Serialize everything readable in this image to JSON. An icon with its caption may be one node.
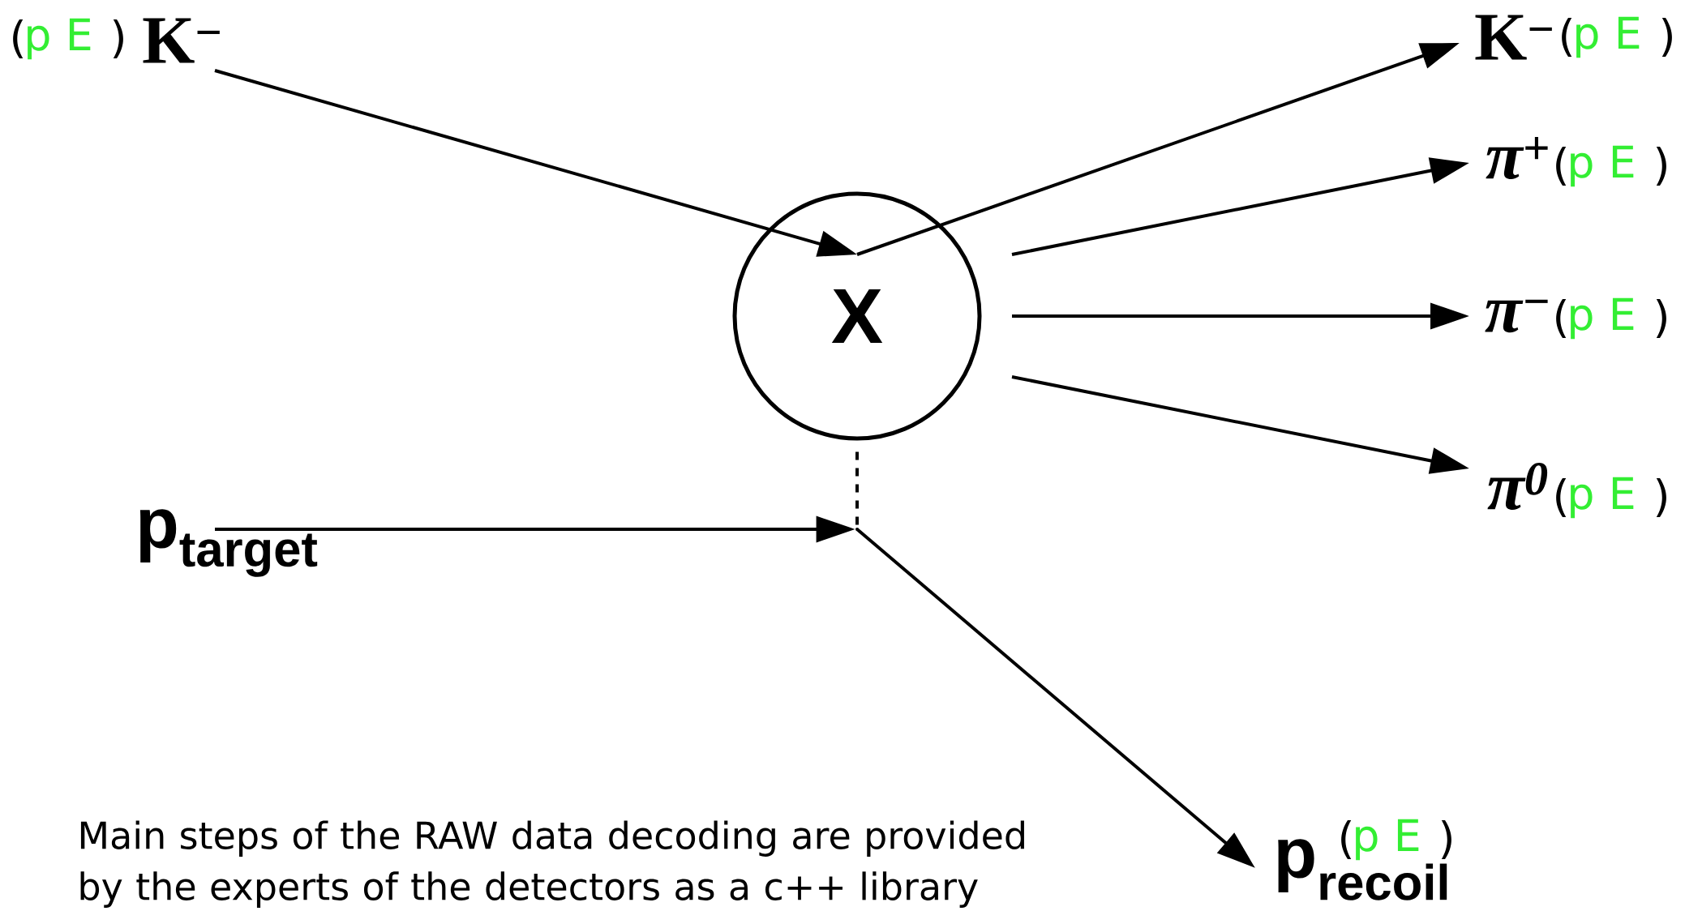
{
  "diagram": {
    "nodes": [
      {
        "text": [
          "K$^{−}$"
        ],
        "beside": [
          "(",
          "p E",
          ")"
        ]
      },
      {
        "text": [
          "X"
        ]
      },
      {
        "text": [
          "p$_{target}$"
        ]
      },
      {
        "text": [],
        "shape": "vertex"
      },
      {
        "text": [
          "K$^{−}$"
        ],
        "beside": [
          "(",
          "p E",
          ")"
        ]
      },
      {
        "text": [
          "π$^{+}$"
        ],
        "beside": [
          "(",
          "p E",
          ")"
        ]
      },
      {
        "text": [
          "π$^{−}$"
        ],
        "beside": [
          "(",
          "p E",
          ")"
        ]
      },
      {
        "text": [
          "π$^{0}$"
        ],
        "beside": [
          "(",
          "p E",
          ")"
        ]
      },
      {
        "text": [
          "p$_{recoil}$"
        ],
        "beside": [
          "(",
          "p E",
          ")"
        ]
      }
    ],
    "edges": [
      {
        "from": 0,
        "to": 1,
        "arrow": "to"
      },
      {
        "from": 1,
        "to": 4,
        "arrow": "to"
      },
      {
        "from": 1,
        "to": 5,
        "arrow": "to"
      },
      {
        "from": 1,
        "to": 6,
        "arrow": "to"
      },
      {
        "from": 1,
        "to": 7,
        "arrow": "to"
      },
      {
        "from": 2,
        "to": 3,
        "arrow": "to"
      },
      {
        "from": 1,
        "to": 3,
        "arrow": "none",
        "style": "dashed"
      },
      {
        "from": 3,
        "to": 8,
        "arrow": "to"
      }
    ],
    "labels": [
      "Main steps of the RAW data decoding are provided by the experts of the detectors as a c++ library"
    ]
  }
}
